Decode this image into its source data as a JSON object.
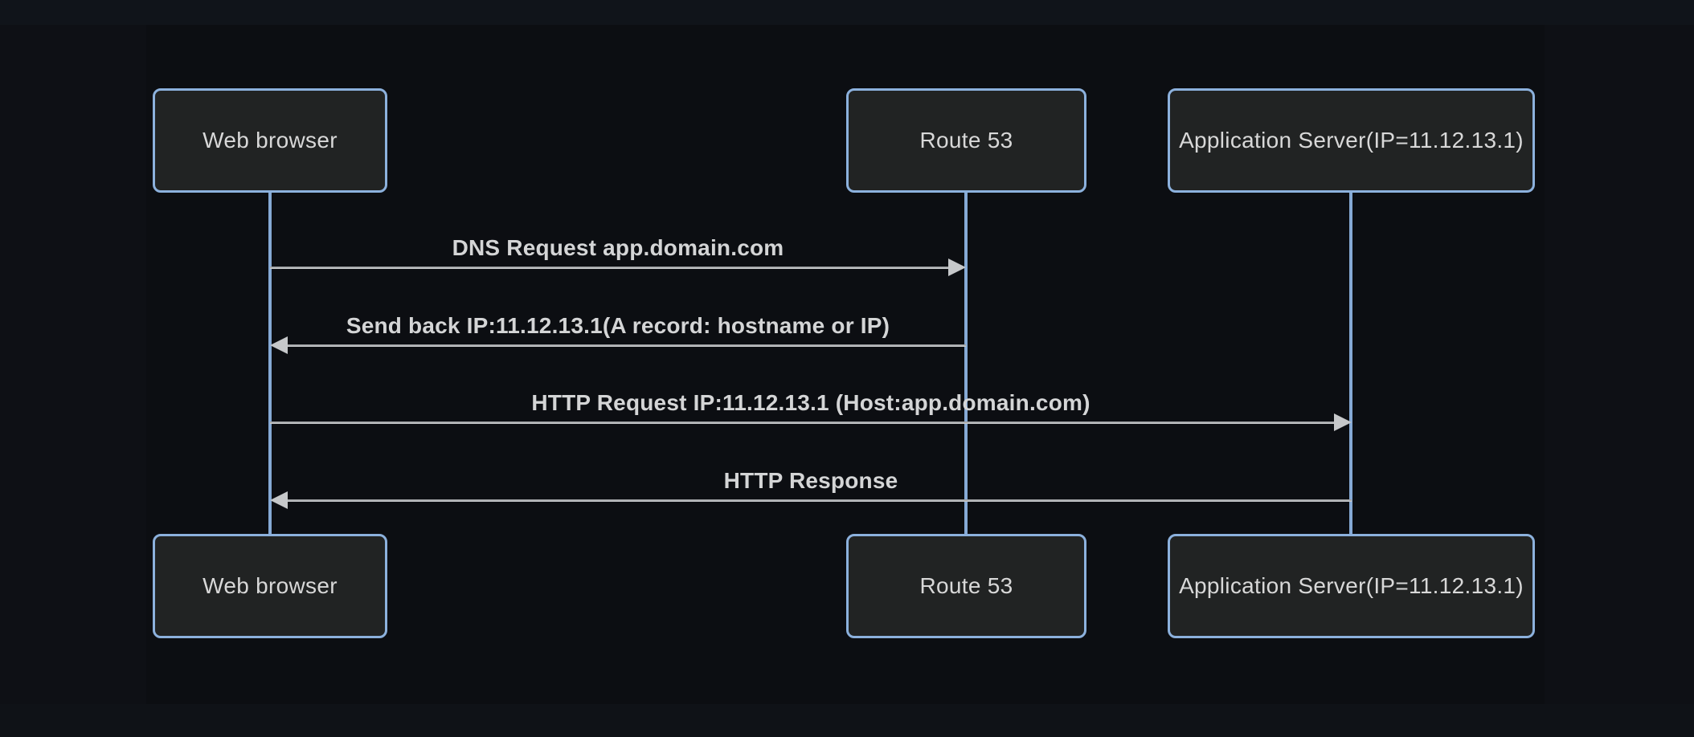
{
  "diagram": {
    "type": "sequence-diagram",
    "colors": {
      "background": "#0c0e12",
      "actor_fill": "#212323",
      "actor_border": "#8cb1dd",
      "lifeline": "#85a9d5",
      "message_line": "#c6c8ca",
      "actor_text": "#d8d8d8",
      "message_text": "#d4d5d6"
    },
    "actors": [
      {
        "id": "web-browser",
        "label": "Web browser"
      },
      {
        "id": "route-53",
        "label": "Route 53"
      },
      {
        "id": "app-server",
        "label": "Application Server(IP=11.12.13.1)"
      }
    ],
    "messages": [
      {
        "from": "web-browser",
        "to": "route-53",
        "direction": "right",
        "line_style": "solid",
        "label": "DNS Request app.domain.com"
      },
      {
        "from": "route-53",
        "to": "web-browser",
        "direction": "left",
        "line_style": "solid",
        "label": "Send back IP:11.12.13.1(A record: hostname or IP)"
      },
      {
        "from": "web-browser",
        "to": "app-server",
        "direction": "right",
        "line_style": "solid",
        "label": "HTTP Request IP:11.12.13.1 (Host:app.domain.com)"
      },
      {
        "from": "app-server",
        "to": "web-browser",
        "direction": "left",
        "line_style": "solid",
        "label": "HTTP Response"
      }
    ]
  }
}
